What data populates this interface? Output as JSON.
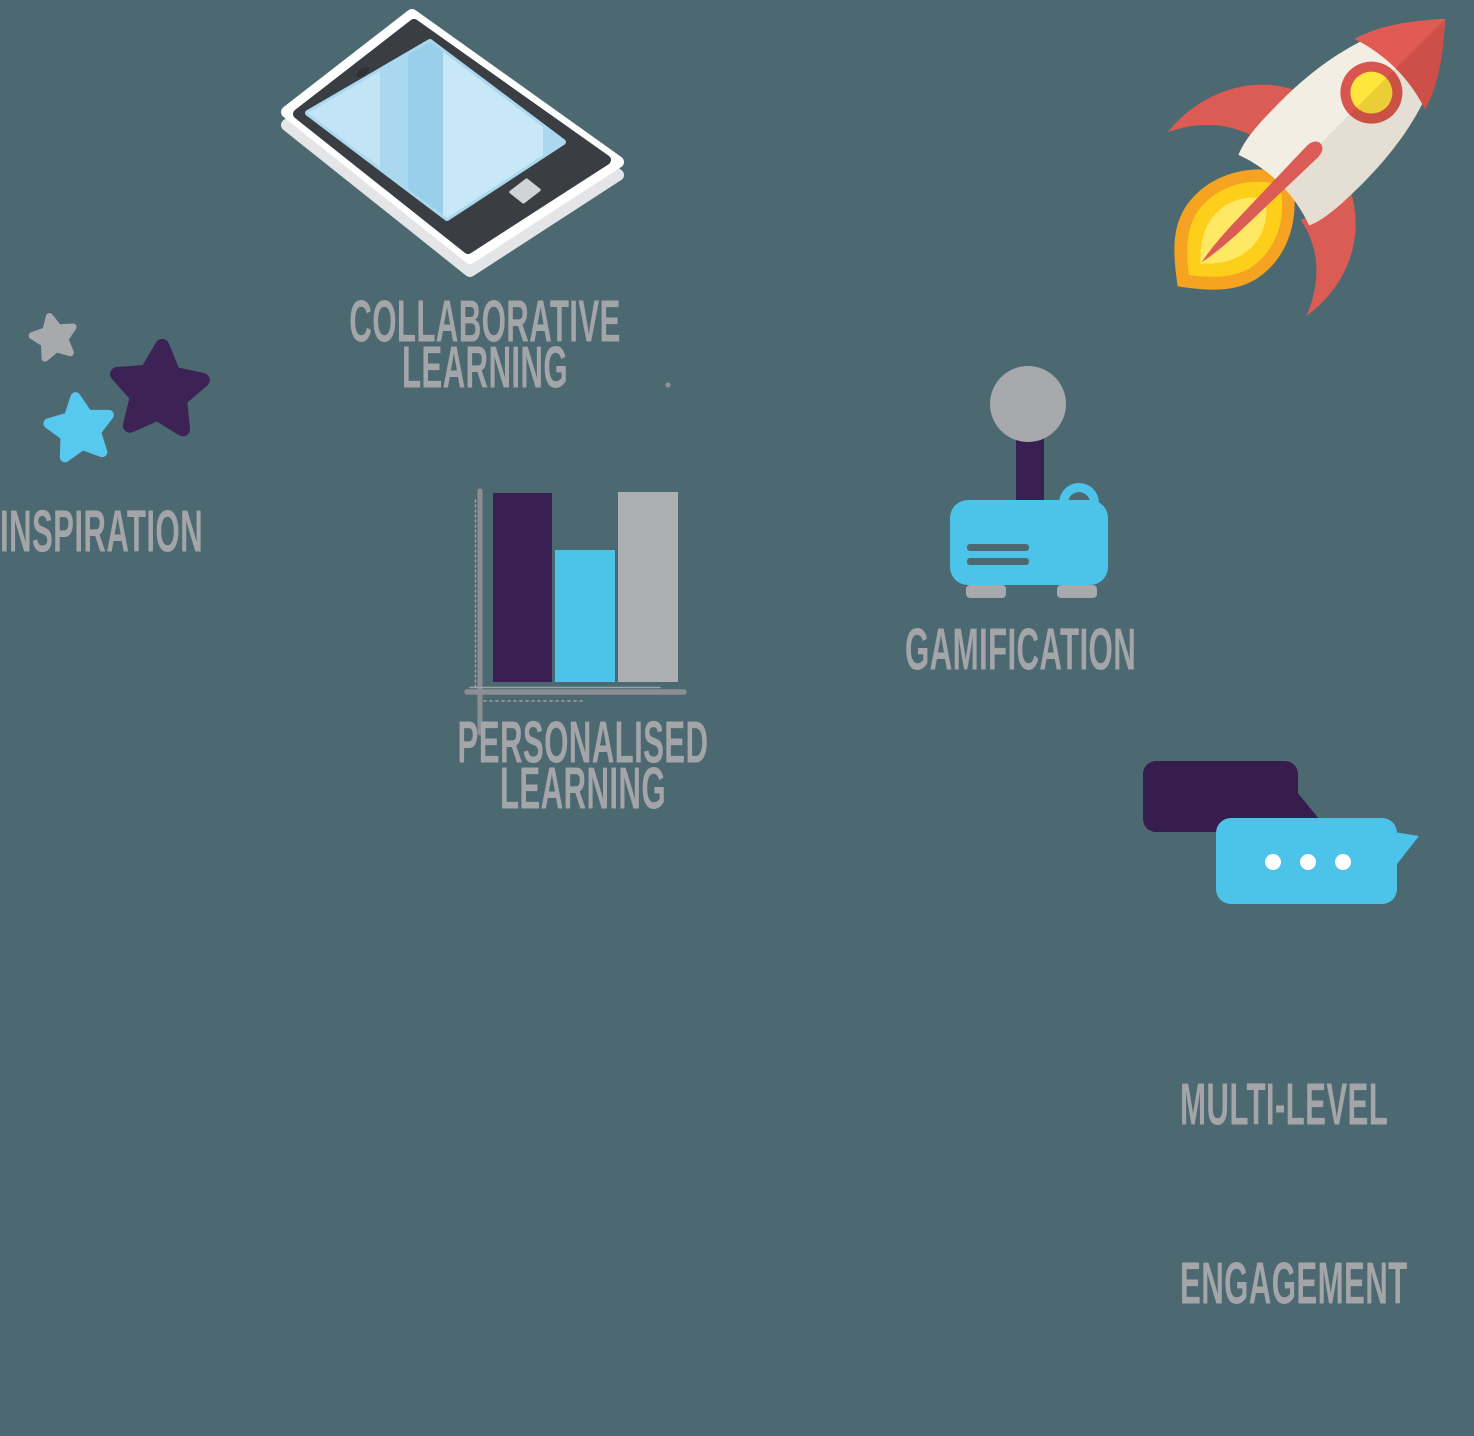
{
  "title": "education technology benefits infographic",
  "background_color": "#4c6971",
  "palette": {
    "purple": "#3d2355",
    "blue": "#4cc4e9",
    "light_blue": "#58c9ee",
    "gray": "#a9aaac",
    "text_gray": "#a3a5a9",
    "axis_gray": "#8d8e94",
    "red": "#da5c55",
    "cream": "#f3eee3",
    "yellow": "#fee63d",
    "orange": "#f5a321",
    "screen_blue": "#a9d8ef"
  },
  "items": [
    {
      "id": "inspiration",
      "icon": "stars-icon",
      "label": "INSPIRATION"
    },
    {
      "id": "collaborative-learning",
      "icon": "tablet-icon",
      "line1": "COLLABORATIVE",
      "line2": "LEARNING"
    },
    {
      "id": "personalised-learning",
      "icon": "bar-chart-icon",
      "line1": "PERSONALISED",
      "line2": "LEARNING",
      "bars_relative": [
        1,
        0.7,
        1
      ]
    },
    {
      "id": "gamification",
      "icon": "joystick-icon",
      "label": "GAMIFICATION"
    },
    {
      "id": "multi-level-engagement",
      "icon": "speech-bubbles-icon",
      "line1": "MULTI-LEVEL",
      "line2": "ENGAGEMENT"
    },
    {
      "id": "launch-rocket",
      "icon": "rocket-icon"
    }
  ]
}
